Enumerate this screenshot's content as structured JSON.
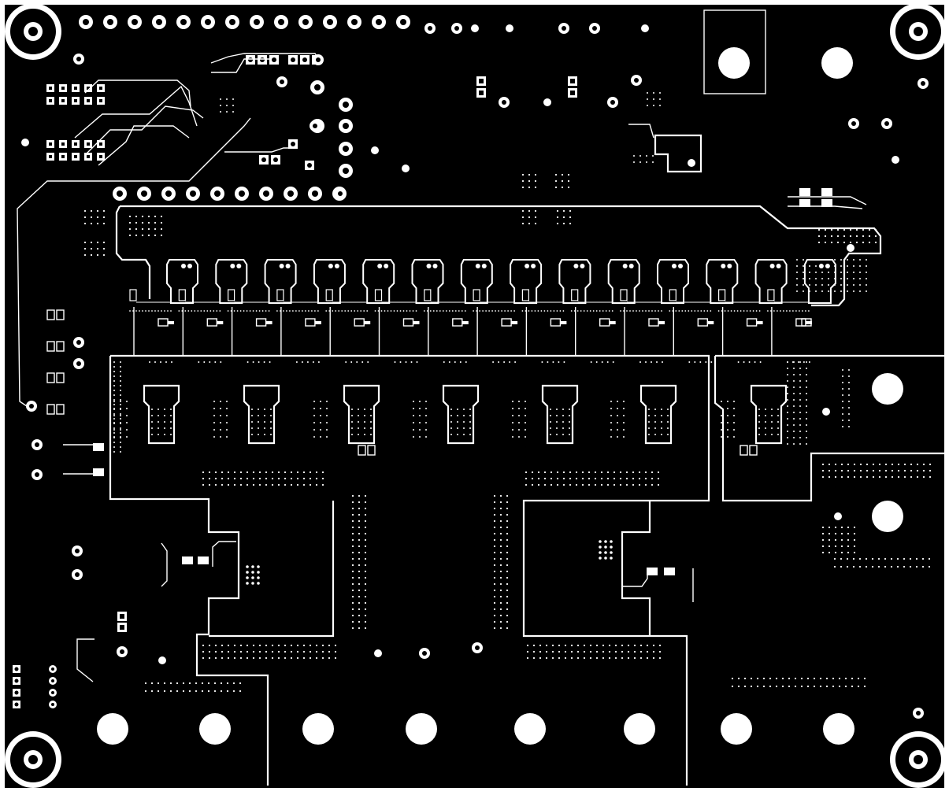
{
  "board": {
    "colors": {
      "substrate": "#000000",
      "copper": "#ffffff",
      "outline": "#ffffff"
    },
    "view": "pcb-copper-layer-artwork",
    "mounting_holes": 4,
    "output_lugs_bottom": 8,
    "output_lugs_right": 2,
    "switch_channels": 14,
    "heatsink_pads": 7,
    "top_header_pins": 14,
    "second_header_pins": 10
  }
}
